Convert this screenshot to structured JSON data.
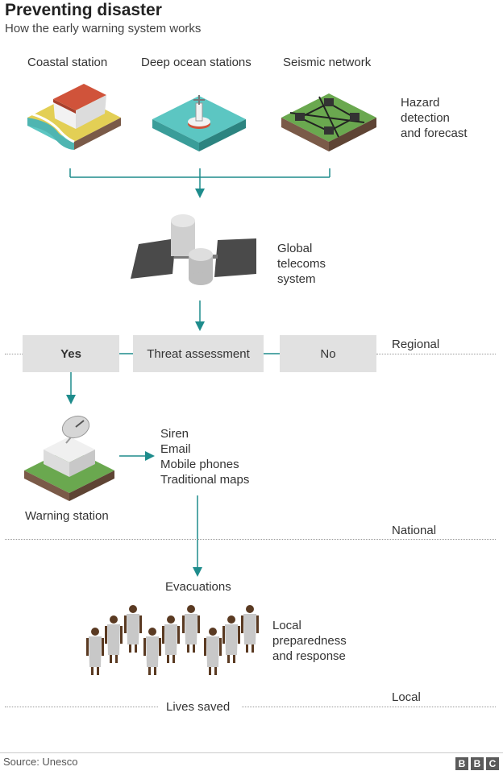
{
  "header": {
    "title": "Preventing disaster",
    "subtitle": "How the early warning system works"
  },
  "stations": {
    "coastal": "Coastal station",
    "deep_ocean": "Deep ocean stations",
    "seismic": "Seismic network",
    "hazard": [
      "Hazard",
      "detection",
      "and forecast"
    ]
  },
  "telecoms": [
    "Global",
    "telecoms",
    "system"
  ],
  "assessment": {
    "yes": "Yes",
    "threat": "Threat assessment",
    "no": "No",
    "regional": "Regional"
  },
  "warning": {
    "channels": [
      "Siren",
      "Email",
      "Mobile phones",
      "Traditional maps"
    ],
    "station": "Warning station",
    "national": "National"
  },
  "response": {
    "evacuations": "Evacuations",
    "local_prep": [
      "Local",
      "preparedness",
      "and response"
    ],
    "lives_saved": "Lives saved",
    "local": "Local"
  },
  "footer": {
    "source": "Source: Unesco",
    "logo": [
      "B",
      "B",
      "C"
    ]
  },
  "colors": {
    "teal": "#1e8c8c",
    "water": "#5cc6c2",
    "grass": "#6aa84f",
    "earth": "#7a5a48",
    "sand": "#e3cf55",
    "roof": "#d0533a",
    "box": "#e1e1e1",
    "person_body": "#c8c8c8",
    "person_skin": "#5a3a22"
  }
}
